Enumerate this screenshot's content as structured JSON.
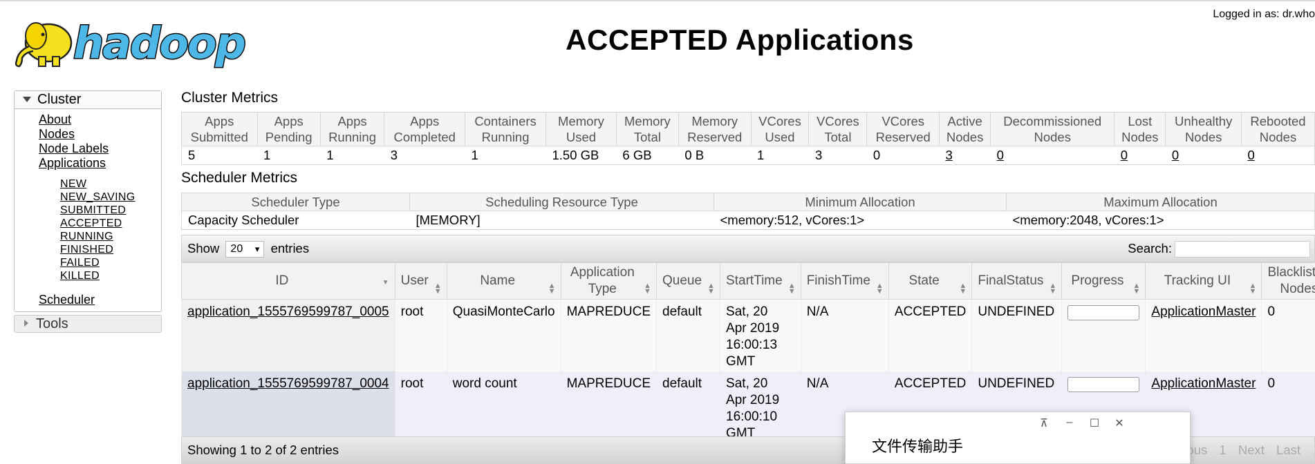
{
  "header": {
    "logo_text": "hadoop",
    "title": "ACCEPTED Applications",
    "logged_in": "Logged in as: dr.who"
  },
  "sidebar": {
    "cluster_label": "Cluster",
    "links": [
      "About",
      "Nodes",
      "Node Labels",
      "Applications"
    ],
    "app_states": [
      "NEW",
      "NEW_SAVING",
      "SUBMITTED",
      "ACCEPTED",
      "RUNNING",
      "FINISHED",
      "FAILED",
      "KILLED"
    ],
    "scheduler_label": "Scheduler",
    "tools_label": "Tools"
  },
  "cluster_metrics": {
    "title": "Cluster Metrics",
    "headers": [
      [
        "Apps",
        "Submitted"
      ],
      [
        "Apps",
        "Pending"
      ],
      [
        "Apps",
        "Running"
      ],
      [
        "Apps",
        "Completed"
      ],
      [
        "Containers",
        "Running"
      ],
      [
        "Memory",
        "Used"
      ],
      [
        "Memory",
        "Total"
      ],
      [
        "Memory",
        "Reserved"
      ],
      [
        "VCores",
        "Used"
      ],
      [
        "VCores",
        "Total"
      ],
      [
        "VCores",
        "Reserved"
      ],
      [
        "Active",
        "Nodes"
      ],
      [
        "Decommissioned",
        "Nodes"
      ],
      [
        "Lost",
        "Nodes"
      ],
      [
        "Unhealthy",
        "Nodes"
      ],
      [
        "Rebooted",
        "Nodes"
      ]
    ],
    "values": [
      "5",
      "1",
      "1",
      "3",
      "1",
      "1.50 GB",
      "6 GB",
      "0 B",
      "1",
      "3",
      "0",
      "3",
      "0",
      "0",
      "0",
      "0"
    ]
  },
  "scheduler_metrics": {
    "title": "Scheduler Metrics",
    "headers": [
      "Scheduler Type",
      "Scheduling Resource Type",
      "Minimum Allocation",
      "Maximum Allocation"
    ],
    "values": [
      "Capacity Scheduler",
      "[MEMORY]",
      "<memory:512, vCores:1>",
      "<memory:2048, vCores:1>"
    ]
  },
  "apps_table": {
    "show_label": "Show",
    "page_length": "20",
    "entries_label": "entries",
    "search_label": "Search:",
    "headers": [
      [
        "ID"
      ],
      [
        "User"
      ],
      [
        "Name"
      ],
      [
        "Application",
        "Type"
      ],
      [
        "Queue"
      ],
      [
        "StartTime"
      ],
      [
        "FinishTime"
      ],
      [
        "State"
      ],
      [
        "FinalStatus"
      ],
      [
        "Progress"
      ],
      [
        "Tracking UI"
      ],
      [
        "Blacklisted",
        "Nodes"
      ]
    ],
    "rows": [
      {
        "id": "application_1555769599787_0005",
        "user": "root",
        "name": "QuasiMonteCarlo",
        "type": "MAPREDUCE",
        "queue": "default",
        "start": [
          "Sat, 20",
          "Apr 2019",
          "16:00:13",
          "GMT"
        ],
        "finish": "N/A",
        "state": "ACCEPTED",
        "final_status": "UNDEFINED",
        "progress": 0,
        "tracking": "ApplicationMaster",
        "blacklisted": "0"
      },
      {
        "id": "application_1555769599787_0004",
        "user": "root",
        "name": "word count",
        "type": "MAPREDUCE",
        "queue": "default",
        "start": [
          "Sat, 20",
          "Apr 2019",
          "16:00:10",
          "GMT"
        ],
        "finish": "N/A",
        "state": "ACCEPTED",
        "final_status": "UNDEFINED",
        "progress": 0,
        "tracking": "ApplicationMaster",
        "blacklisted": "0"
      }
    ],
    "footer_info": "Showing 1 to 2 of 2 entries",
    "pager": [
      "ous",
      "1",
      "Next",
      "Last"
    ]
  },
  "overlay": {
    "title": "文件传输助手",
    "controls": [
      "pin-icon",
      "minimize-icon",
      "maximize-icon",
      "close-icon"
    ]
  },
  "colors": {
    "logo_yellow": "#f7e01e",
    "logo_blue": "#4db8e8",
    "header_bg": "#f2f2f2",
    "row_even": "#eeeff8"
  }
}
